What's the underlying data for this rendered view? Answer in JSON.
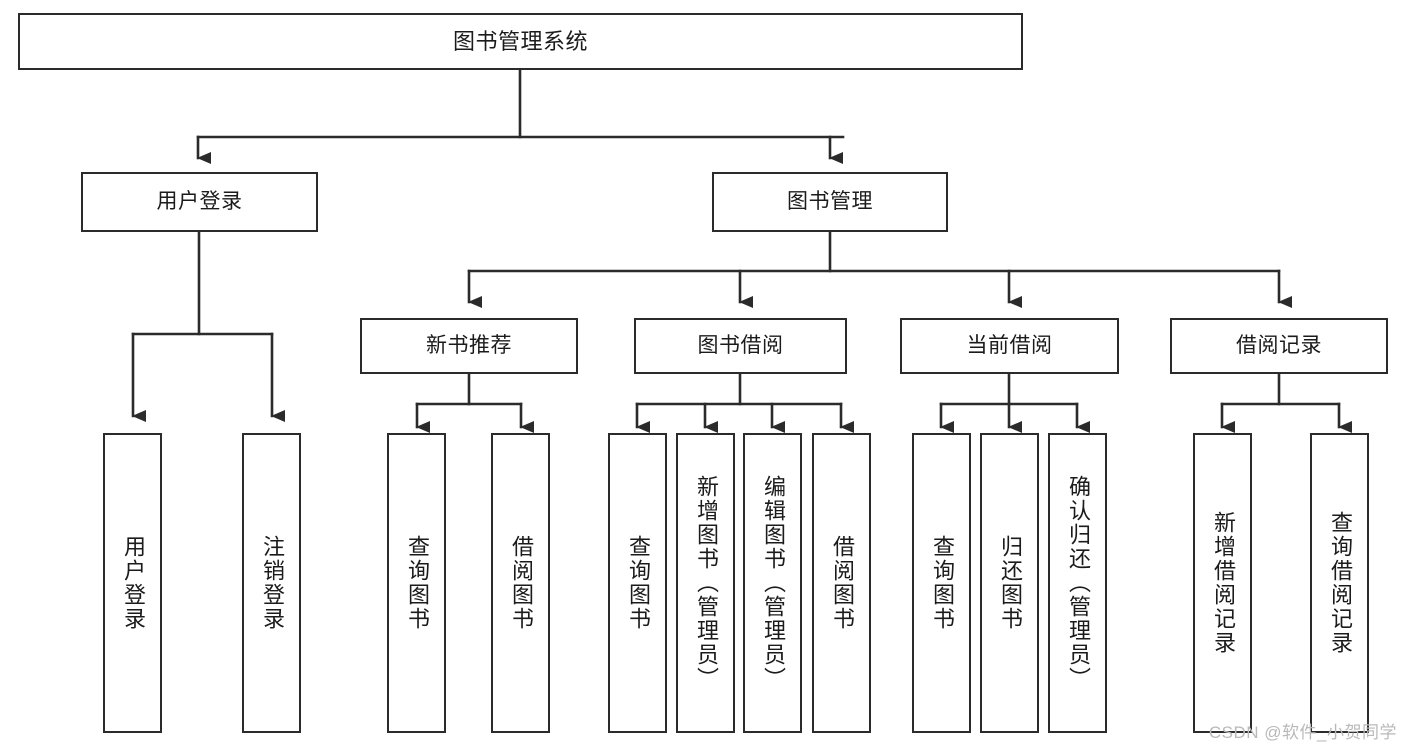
{
  "diagram": {
    "title": "图书管理系统",
    "watermark": "CSDN @软件_小贺同学",
    "colors": {
      "stroke": "#2b2b2b",
      "fill": "#ffffff",
      "text": "#1b1b1b",
      "watermark": "#b9b9b9"
    },
    "nodes": {
      "root": "图书管理系统",
      "level2": [
        "用户登录",
        "图书管理"
      ],
      "level3": [
        "新书推荐",
        "图书借阅",
        "当前借阅",
        "借阅记录"
      ],
      "leaves": {
        "user_login": [
          "用户登录",
          "注销登录"
        ],
        "new_book": [
          "查询图书",
          "借阅图书"
        ],
        "book_borrow": [
          "查询图书",
          "新增图书（管理员）",
          "编辑图书（管理员）",
          "借阅图书"
        ],
        "current_borrow": [
          "查询图书",
          "归还图书",
          "确认归还（管理员）"
        ],
        "borrow_record": [
          "新增借阅记录",
          "查询借阅记录"
        ]
      }
    },
    "structure": {
      "图书管理系统": [
        "用户登录",
        "图书管理"
      ],
      "用户登录": [
        "用户登录",
        "注销登录"
      ],
      "图书管理": [
        "新书推荐",
        "图书借阅",
        "当前借阅",
        "借阅记录"
      ],
      "新书推荐": [
        "查询图书",
        "借阅图书"
      ],
      "图书借阅": [
        "查询图书",
        "新增图书（管理员）",
        "编辑图书（管理员）",
        "借阅图书"
      ],
      "当前借阅": [
        "查询图书",
        "归还图书",
        "确认归还（管理员）"
      ],
      "借阅记录": [
        "新增借阅记录",
        "查询借阅记录"
      ]
    }
  }
}
